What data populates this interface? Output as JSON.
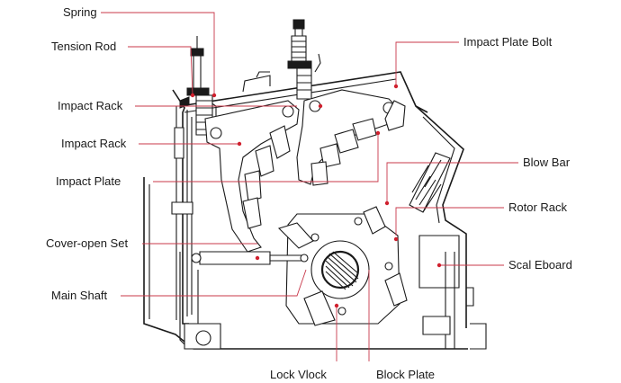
{
  "labels": {
    "spring": "Spring",
    "tension_rod": "Tension Rod",
    "impact_rack_1": "Impact Rack",
    "impact_rack_2": "Impact Rack",
    "impact_plate": "Impact Plate",
    "cover_open_set": "Cover-open Set",
    "main_shaft": "Main Shaft",
    "lock_vlock": "Lock Vlock",
    "block_plate": "Block Plate",
    "impact_plate_bolt": "Impact Plate Bolt",
    "blow_bar": "Blow Bar",
    "rotor_rack": "Rotor Rack",
    "scal_eboard": "Scal Eboard"
  },
  "colors": {
    "line": "#1a1a1a",
    "leader": "#c8384a",
    "dot": "#d0202e"
  }
}
